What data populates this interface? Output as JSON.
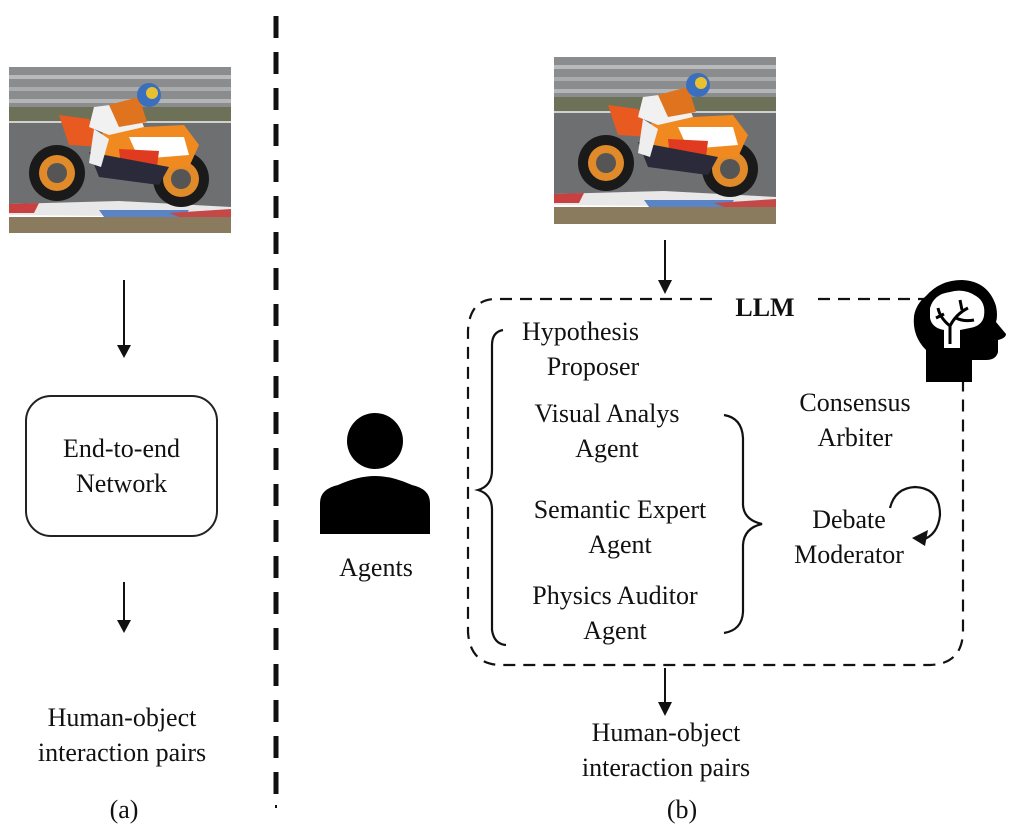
{
  "panel_a": {
    "image_alt": "Motorcycle racer on a track",
    "network_box": [
      "End-to-end",
      "Network"
    ],
    "output": [
      "Human-object",
      "interaction pairs"
    ],
    "caption": "(a)"
  },
  "panel_b": {
    "image_alt": "Motorcycle racer on a track",
    "llm_label": "LLM",
    "agents_label": "Agents",
    "proposer": [
      "Hypothesis",
      "Proposer"
    ],
    "agents": [
      [
        "Visual Analys",
        "Agent"
      ],
      [
        "Semantic Expert",
        "Agent"
      ],
      [
        "Physics Auditor",
        "Agent"
      ]
    ],
    "arbiter": [
      "Consensus",
      "Arbiter"
    ],
    "moderator": [
      "Debate",
      "Moderator"
    ],
    "output": [
      "Human-object",
      "interaction pairs"
    ],
    "caption": "(b)"
  },
  "icons": {
    "person": "person-icon",
    "brain": "brain-head-icon"
  }
}
